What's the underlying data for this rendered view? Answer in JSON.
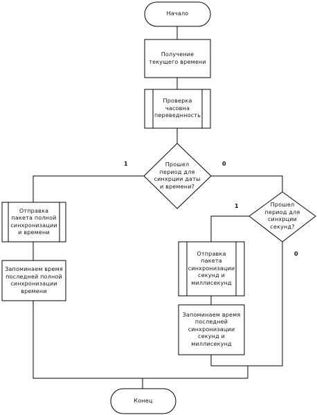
{
  "nodes": {
    "start": "Начало",
    "get_time": "Получение текущего времени",
    "check_clock": "Проверка часовна переведнность",
    "cond_full": "Прошел период для синхрции даты и времени?",
    "cond_ms": "Прошел период для синхрции секунд?",
    "send_full": "Отправка пакета полной синхронизации и времени",
    "send_sec": "Отправка пакета синхронизации секунд и миллисекунд",
    "remember_full": "Запоминаем время последней полной синхронизации времени",
    "remember_sec": "Запоминаем время последней синхронизации секунд и миллисекунд",
    "end": "Конец"
  },
  "edges": {
    "full_yes": "1",
    "full_no": "0",
    "ms_yes": "1",
    "ms_no": "0"
  }
}
